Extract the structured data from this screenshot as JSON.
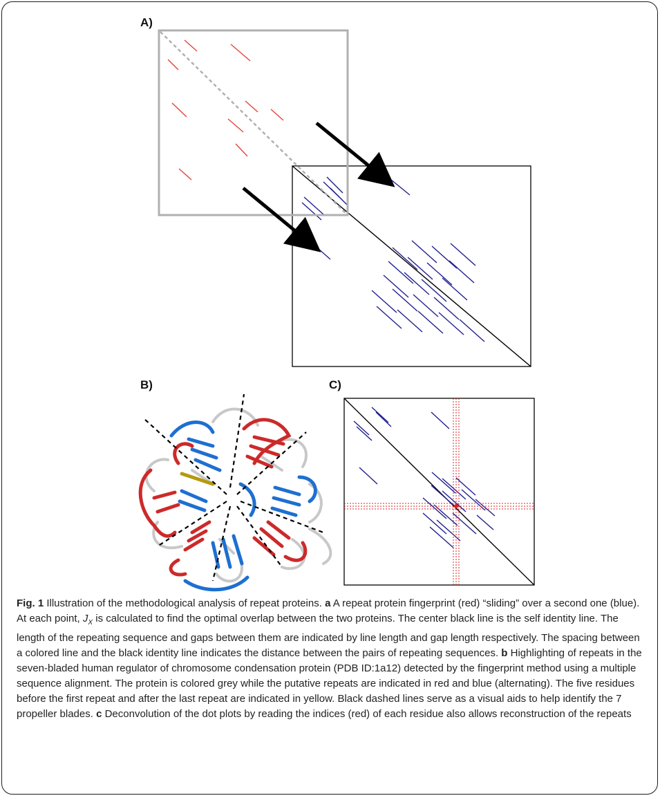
{
  "figure": {
    "panel_a_label": "A)",
    "panel_b_label": "B)",
    "panel_c_label": "C)"
  },
  "caption": {
    "fig_label": "Fig. 1",
    "title": " Illustration of the methodological analysis of repeat proteins. ",
    "a_tag": "a",
    "a_text_1": " A repeat protein fingerprint (red) “sliding” over a second one (blue). At each point, ",
    "jx_base": "J",
    "jx_sub": "X",
    "a_text_2": " is calculated to find the optimal overlap between the two proteins. The center black line is the self identity line. The length of the repeating sequence and gaps between them are indicated by line length and gap length respectively. The spacing between a colored line and the black identity line indicates the distance between the pairs of repeating sequences. ",
    "b_tag": "b",
    "b_text": " Highlighting of repeats in the seven-bladed human regulator of chromosome condensation protein (PDB ID:1a12) detected by the fingerprint method using a multiple sequence alignment. The protein is colored grey while the putative repeats are indicated in red and blue (alternating). The five residues before the first repeat and after the last repeat are indicated in yellow. Black dashed lines serve as a visual aids to help identify the 7 propeller blades. ",
    "c_tag": "c",
    "c_text": " Deconvolution of the dot plots by reading the indices (red) of each residue also allows reconstruction of the repeats"
  },
  "colors": {
    "red_fingerprint": "#e8413a",
    "blue_fingerprint": "#1f1f8f",
    "identity_line": "#000000",
    "sliding_box": "#b0b0b0",
    "index_lines": "#e02020",
    "repeat_red": "#cc2a2a",
    "repeat_blue": "#1e6fd0",
    "protein_grey": "#c8c8c8",
    "terminal_yellow": "#b59a10"
  }
}
